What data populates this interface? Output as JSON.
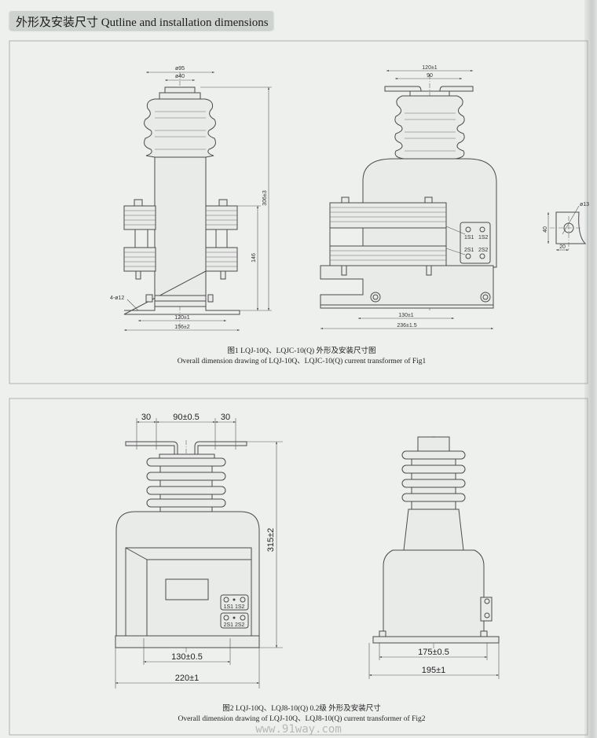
{
  "header": {
    "title": "外形及安装尺寸 Qutline and installation dimensions"
  },
  "fig1": {
    "caption_cn": "图1 LQJ-10Q、LQJC-10(Q) 外形及安装尺寸图",
    "caption_en": "Overall dimension drawing of LQJ-10Q、LQJC-10(Q) current transformer of Fig1",
    "front": {
      "d1": "ø95",
      "d2": "ø40",
      "h_total": "306±3",
      "h_coil": "146",
      "w_holes": "120±1",
      "w_base": "156±2",
      "holes": "4-ø12"
    },
    "side": {
      "w_top": "120±1",
      "w_top_inner": "90",
      "w_holes": "130±1",
      "w_base": "236±1.5",
      "terminals": [
        "1S1",
        "1S2",
        "2S1",
        "2S2"
      ]
    },
    "detail": {
      "h": "40",
      "w": "20",
      "hole": "ø13"
    }
  },
  "fig2": {
    "caption_cn": "图2 LQJ-10Q、LQJ8-10(Q) 0.2级 外形及安装尺寸",
    "caption_en": "Overall dimension drawing of LQJ-10Q、LQJ8-10(Q) current transformer of Fig2",
    "front": {
      "left": "30",
      "mid": "90±0.5",
      "right": "30",
      "h_total": "315±2",
      "w_holes": "130±0.5",
      "w_base": "220±1",
      "term1": "1S1 1S2",
      "term2": "2S1 2S2"
    },
    "side": {
      "w_holes": "175±0.5",
      "w_base": "195±1"
    }
  },
  "watermark": "www.91way.com"
}
